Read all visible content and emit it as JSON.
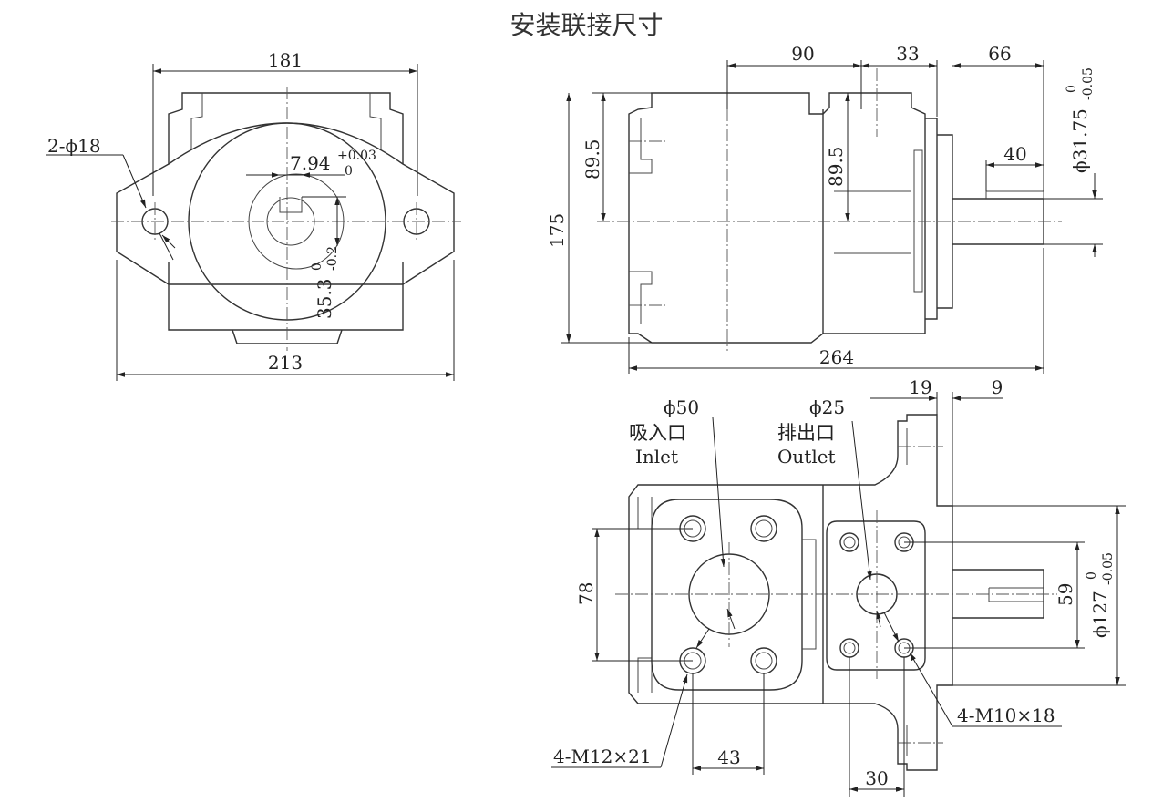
{
  "title": "安装联接尺寸",
  "front_view": {
    "dim_181": "181",
    "dim_213": "213",
    "holes": "2-ϕ18",
    "key_width": "7.94",
    "key_width_tol_upper": "+0.03",
    "key_width_tol_lower": "0",
    "key_height": "35.3",
    "key_height_tol_upper": "0",
    "key_height_tol_lower": "-0.2"
  },
  "side_view": {
    "dim_90": "90",
    "dim_33": "33",
    "dim_66": "66",
    "dim_40": "40",
    "dim_89_5_left": "89.5",
    "dim_89_5_mid": "89.5",
    "dim_175": "175",
    "dim_264": "264",
    "shaft_dia": "ϕ31.75",
    "shaft_dia_tol_upper": "0",
    "shaft_dia_tol_lower": "-0.05"
  },
  "port_view": {
    "dim_19": "19",
    "dim_9": "9",
    "inlet_dia": "ϕ50",
    "inlet_cn": "吸入口",
    "inlet_en": "Inlet",
    "outlet_dia": "ϕ25",
    "outlet_cn": "排出口",
    "outlet_en": "Outlet",
    "dim_78": "78",
    "dim_59": "59",
    "pilot_dia": "ϕ127",
    "pilot_dia_tol_upper": "0",
    "pilot_dia_tol_lower": "-0.05",
    "thread_outlet": "4-M10×18",
    "thread_inlet": "4-M12×21",
    "dim_43": "43",
    "dim_30": "30"
  }
}
